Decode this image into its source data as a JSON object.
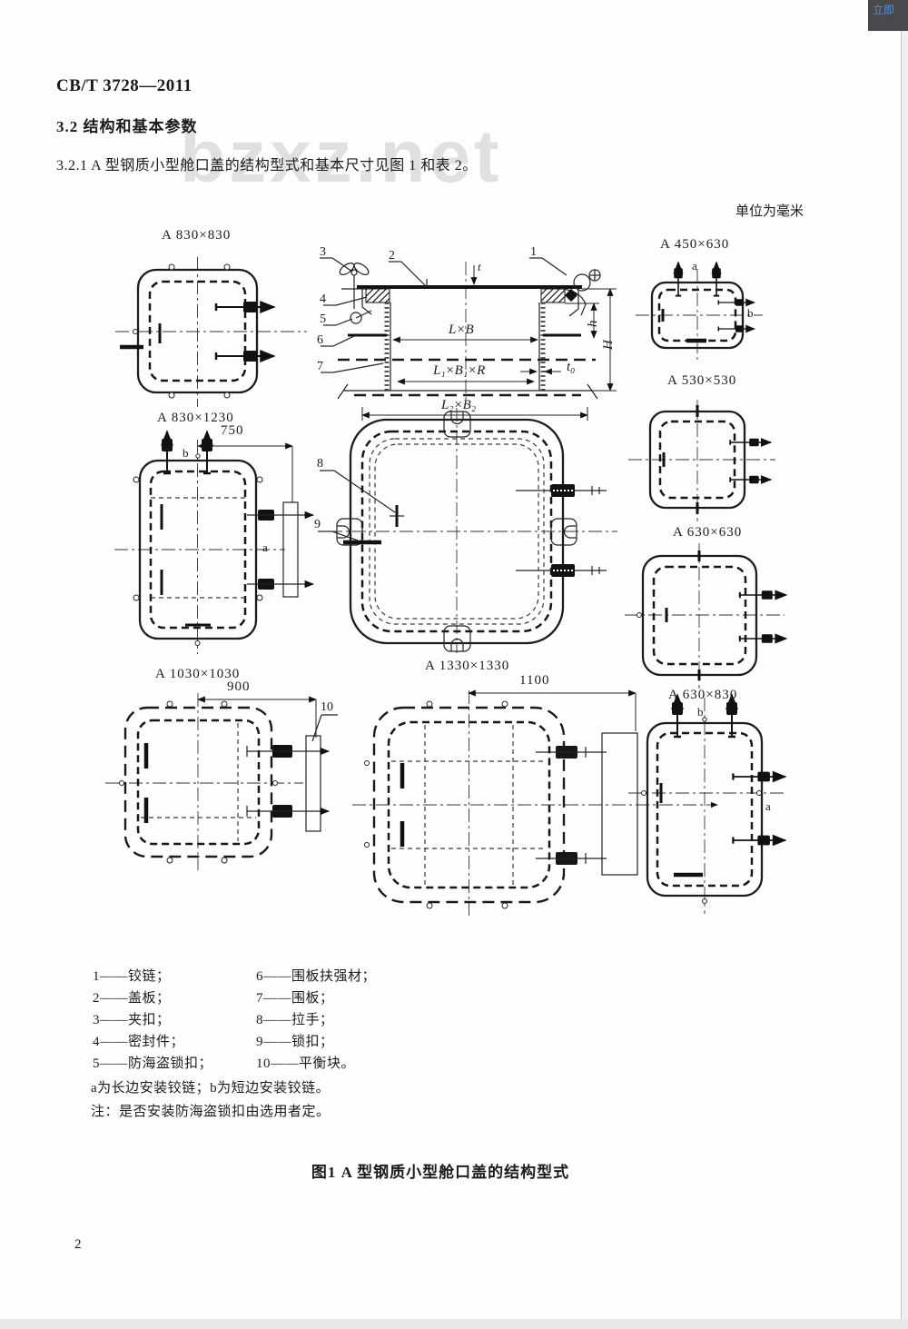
{
  "header": {
    "standard_number": "CB/T 3728—2011",
    "section_heading": "3.2  结构和基本参数",
    "clause_text": "3.2.1  A 型钢质小型舱口盖的结构型式和基本尺寸见图 1 和表 2。",
    "units_note": "单位为毫米"
  },
  "watermark": {
    "text": "bzxz.net"
  },
  "corner": {
    "button_label": "立即"
  },
  "figure": {
    "caption": "图1  A 型钢质小型舱口盖的结构型式",
    "labels": {
      "d830x830": "A  830×830",
      "d450x630": "A  450×630",
      "d530x530": "A  530×530",
      "d630x630": "A  630×630",
      "d830x1230": "A  830×1230",
      "d1030x1030": "A  1030×1030",
      "d1330x1330": "A  1330×1330",
      "d630x830": "A  630×830"
    },
    "dims": {
      "d750": "750",
      "d900": "900",
      "d1100": "1100",
      "t": "t",
      "lxb": "L×B",
      "l1b1r": "L₁×B₁×R",
      "l2b2": "L₂×B₂",
      "h": "h",
      "H": "H",
      "t0": "t₀"
    },
    "callouts": {
      "c1": "1",
      "c2": "2",
      "c3": "3",
      "c4": "4",
      "c5": "5",
      "c6": "6",
      "c7": "7",
      "c8": "8",
      "c9": "9",
      "c10": "10",
      "a": "a",
      "b": "b"
    }
  },
  "legend": {
    "left": [
      "1——铰链；",
      "2——盖板；",
      "3——夹扣；",
      "4——密封件；",
      "5——防海盗锁扣；"
    ],
    "right": [
      "6——围板扶强材；",
      "7——围板；",
      "8——拉手；",
      "9——锁扣；",
      "10——平衡块。"
    ],
    "note_ab": "a为长边安装铰链；b为短边安装铰链。",
    "note": "注：是否安装防海盗锁扣由选用者定。"
  },
  "footer": {
    "page_number": "2"
  }
}
